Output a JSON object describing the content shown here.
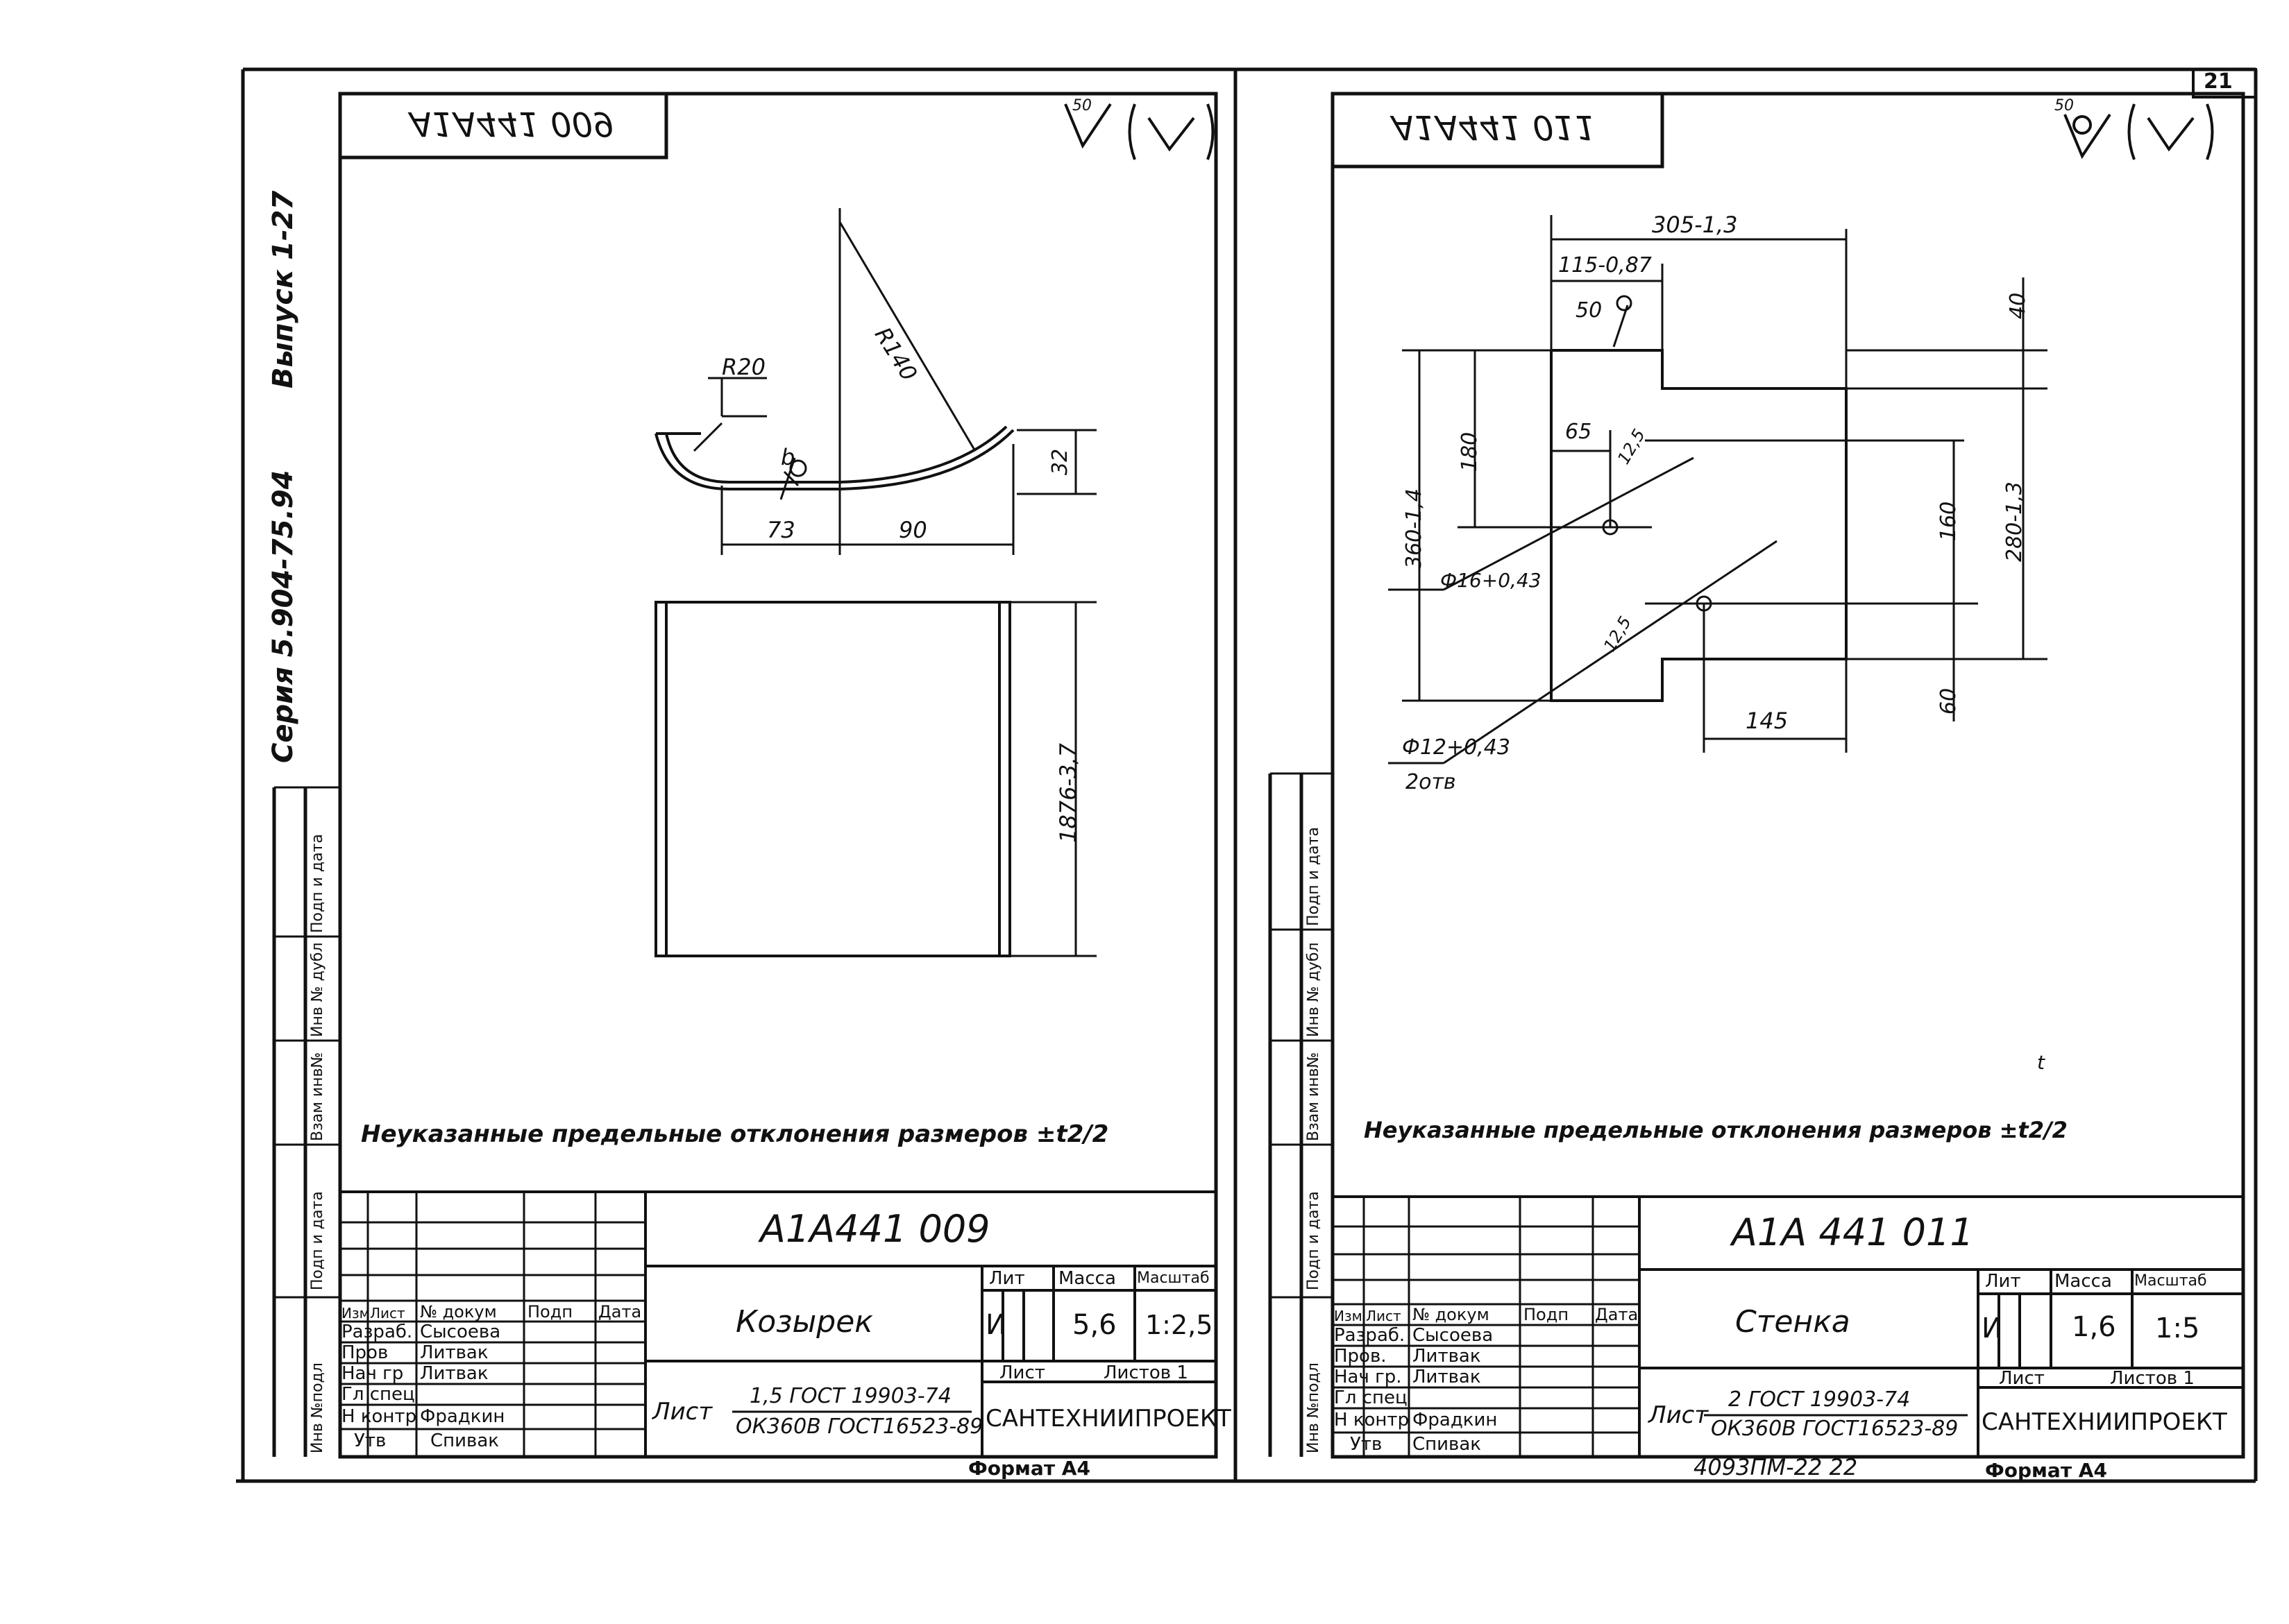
{
  "page_number": "21",
  "series_side": {
    "series": "Серия 5.904-75.94",
    "issue": "Выпуск 1-27"
  },
  "left_strip_labels": [
    "Инв №подл",
    "Подп и дата",
    "Взам инв№",
    "Инв № дубл",
    "Подп и дата"
  ],
  "roughness_symbol": "(√)",
  "sheets": [
    {
      "stamp_mirrored": "А1А441 009",
      "roughness_value": "50",
      "dims": {
        "r20": "R20",
        "r140": "R140",
        "d32": "32",
        "d73": "73",
        "d90": "90",
        "d1876": "1876-3,7",
        "weld_b": "b"
      },
      "note": "Неуказанные предельные отклонения размеров ±t2/2",
      "title_block": {
        "doc_number": "А1А441 009",
        "name": "Козырек",
        "lit_header": "Лит",
        "mass_header": "Масса",
        "scale_header": "Масштаб",
        "lit": "И",
        "mass": "5,6",
        "scale": "1:2,5",
        "sheet_label": "Лист",
        "sheets_label": "Листов 1",
        "material_prefix": "Лист",
        "material_top": "1,5 ГОСТ 19903-74",
        "material_bottom": "ОК360В ГОСТ16523-89",
        "org": "САНТЕХНИИПРОЕКТ",
        "rows": [
          {
            "role": "Изм",
            "sheet": "Лист",
            "name": "№ докум",
            "sign": "Подп",
            "date": "Дата"
          },
          {
            "role": "Разраб.",
            "name": "Сысоева"
          },
          {
            "role": "Пров",
            "name": "Литвак"
          },
          {
            "role": "Нач гр",
            "name": "Литвак"
          },
          {
            "role": "Гл спец",
            "name": ""
          },
          {
            "role": "Н контр",
            "name": "Фрадкин"
          },
          {
            "role": "Утв",
            "name": "Спивак"
          }
        ]
      },
      "format": "Формат А4"
    },
    {
      "stamp_mirrored": "А1А441 011",
      "roughness_value": "50",
      "dims": {
        "d305": "305-1,3",
        "d115": "115-0,87",
        "d40": "40",
        "d180": "180",
        "d65": "65",
        "d12_5a": "12,5",
        "d360": "360-1,4",
        "d160": "160",
        "d280": "280-1,3",
        "phi16": "Ф16+0,43",
        "d12_5b": "12,5",
        "d60": "60",
        "d145": "145",
        "phi12": "Ф12+0,43",
        "holes": "2отв",
        "stray_t": "t"
      },
      "note": "Неуказанные предельные отклонения размеров ±t2/2",
      "title_block": {
        "doc_number": "А1А 441 011",
        "name": "Стенка",
        "lit_header": "Лит",
        "mass_header": "Масса",
        "scale_header": "Масштаб",
        "lit": "И",
        "mass": "1,6",
        "scale": "1:5",
        "sheet_label": "Лист",
        "sheets_label": "Листов 1",
        "material_prefix": "Лист",
        "material_top": "2 ГОСТ 19903-74",
        "material_bottom": "ОК360В ГОСТ16523-89",
        "org": "САНТЕХНИИПРОЕКТ",
        "rows": [
          {
            "role": "Изм",
            "sheet": "Лист",
            "name": "№ докум",
            "sign": "Подп",
            "date": "Дата"
          },
          {
            "role": "Разраб.",
            "name": "Сысоева"
          },
          {
            "role": "Пров.",
            "name": "Литвак"
          },
          {
            "role": "Нач гр.",
            "name": "Литвак"
          },
          {
            "role": "Гл спец",
            "name": ""
          },
          {
            "role": "Н контр",
            "name": "Фрадкин"
          },
          {
            "role": "Утв",
            "name": "Спивак"
          }
        ]
      },
      "format": "Формат А4",
      "bottom_code": "4093ПМ-22 22"
    }
  ]
}
